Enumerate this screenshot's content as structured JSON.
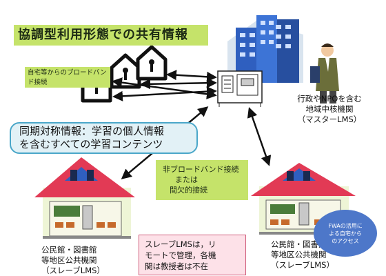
{
  "title": "協調型利用形態での共有情報",
  "broadband_label": "自宅等からのブロードバンド接続",
  "sync_info": [
    "同期対称情報：学習の個人情報",
    "を含むすべての学習コンテンツ"
  ],
  "non_broadband": [
    "非ブロードバンド接続",
    "または",
    "間欠的接続"
  ],
  "master_label": [
    "行政やNPOを含む",
    "地域中核機関",
    "（マスターLMS）"
  ],
  "slave_left_label": [
    "公民館・図書館",
    "等地区公共機関",
    "（スレーブLMS）"
  ],
  "slave_right_label": [
    "公民館・図書館",
    "等地区公共機関",
    "（スレーブLMS）"
  ],
  "slave_note": [
    "スレーブLMSは，リ",
    "モートで管理，各機",
    "関は教授者は不在"
  ],
  "fwa_note": [
    "FWAの活用に",
    "よる自宅から",
    "のアクセス"
  ],
  "colors": {
    "green_box": "#c5e36a",
    "sync_border": "#4aa7c9",
    "slave_note_bg": "#fde1e8",
    "fwa": "#4d77c9",
    "roof_red": "#e23a55"
  }
}
